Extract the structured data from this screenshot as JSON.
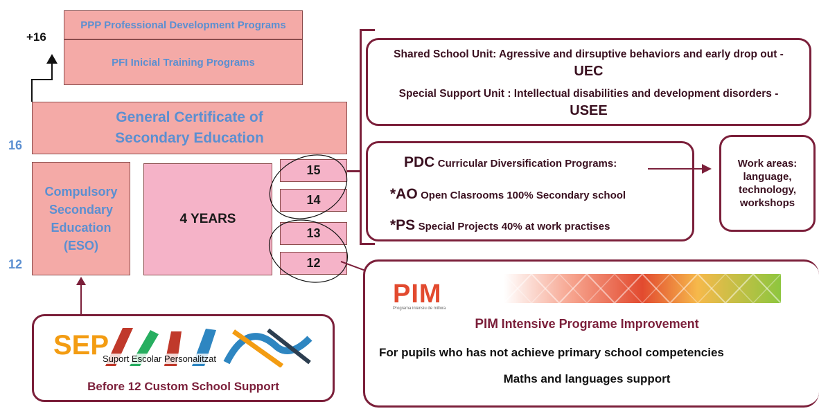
{
  "ages": {
    "plus16": "+16",
    "age16": "16",
    "age12": "12"
  },
  "top_programs": {
    "ppp": "PPP Professional Development  Programs",
    "pfi": "PFI Inicial Training Programs"
  },
  "gcse": {
    "line1": "General Certificate of",
    "line2": "Secondary Education"
  },
  "eso": {
    "line1": "Compulsory",
    "line2": "Secondary",
    "line3": "Education",
    "line4": "(ESO)"
  },
  "four_years": "4 YEARS",
  "age_boxes": [
    "15",
    "14",
    "13",
    "12"
  ],
  "shared_units": {
    "uec_text": "Shared School Unit: Agressive and dirsuptive behaviors and early drop out  -",
    "uec_code": "UEC",
    "usee_text": "Special Support Unit : Intellectual disabilities and development disorders  -",
    "usee_code": "USEE"
  },
  "pdc": {
    "code": "PDC",
    "label": "Curricular Diversification Programs:",
    "ao_code": "*AO",
    "ao_text": "Open Clasrooms 100% Secondary school",
    "ps_code": "*PS",
    "ps_text": "Special Projects   40%  at work practises"
  },
  "work_areas": {
    "line1": "Work areas:",
    "line2": "language,",
    "line3": "technology,",
    "line4": "workshops"
  },
  "pim": {
    "logo_text": "PIM",
    "logo_caption": "Programa intensiu de millora",
    "code": "PIM",
    "title": "Intensive Programe Improvement",
    "line1": "For pupils who has not achieve primary school competencies",
    "line2": "Maths and languages support"
  },
  "sep": {
    "logo_text": "SEP",
    "logo_caption": "Suport Escolar Personalitzat",
    "caption": "Before 12 Custom School Support"
  },
  "colors": {
    "maroon": "#7b1f3a",
    "pink": "#f4aaa7",
    "blue_text": "#5b8fd1",
    "pim_red": "#e24a2f",
    "pim_green": "#8dc63f"
  }
}
